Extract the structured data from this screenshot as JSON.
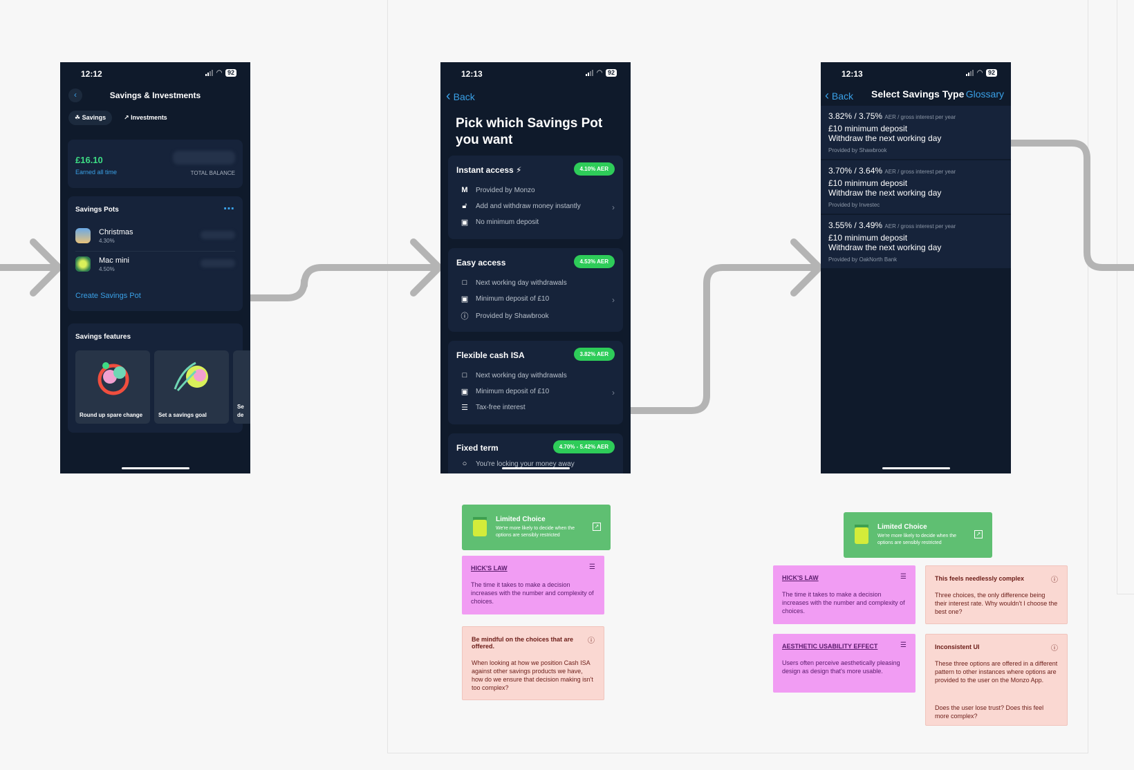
{
  "phone1": {
    "time": "12:12",
    "battery": "92",
    "title": "Savings & Investments",
    "tabs": [
      "Savings",
      "Investments"
    ],
    "earned_amount": "£16.10",
    "earned_label": "Earned all time",
    "total_balance_label": "TOTAL BALANCE",
    "pots_heading": "Savings Pots",
    "pots": [
      {
        "name": "Christmas",
        "rate": "4.30%"
      },
      {
        "name": "Mac mini",
        "rate": "4.50%"
      }
    ],
    "create_link": "Create Savings Pot",
    "features_heading": "Savings features",
    "features": [
      "Round up spare change",
      "Set a savings goal",
      "Se de"
    ]
  },
  "phone2": {
    "time": "12:13",
    "battery": "92",
    "back": "Back",
    "heading": "Pick which Savings Pot you want",
    "options": [
      {
        "title": "Instant access ⚡",
        "badge": "4.10% AER",
        "rows": [
          {
            "icon": "monzo-icon",
            "text": "Provided by Monzo"
          },
          {
            "icon": "unlock-icon",
            "text": "Add and withdraw money instantly"
          },
          {
            "icon": "cash-icon",
            "text": "No minimum deposit"
          }
        ]
      },
      {
        "title": "Easy access",
        "badge": "4.53% AER",
        "rows": [
          {
            "icon": "calendar-icon",
            "text": "Next working day withdrawals"
          },
          {
            "icon": "cash-icon",
            "text": "Minimum deposit of £10"
          },
          {
            "icon": "info-icon",
            "text": "Provided by Shawbrook"
          }
        ]
      },
      {
        "title": "Flexible cash ISA",
        "badge": "3.82% AER",
        "rows": [
          {
            "icon": "calendar-icon",
            "text": "Next working day withdrawals"
          },
          {
            "icon": "cash-icon",
            "text": "Minimum deposit of £10"
          },
          {
            "icon": "receipt-icon",
            "text": "Tax-free interest"
          }
        ]
      },
      {
        "title": "Fixed term",
        "badge": "4.70% - 5.42% AER",
        "rows": [
          {
            "icon": "lock-icon",
            "text": "You're locking your money away"
          }
        ]
      }
    ]
  },
  "phone3": {
    "time": "12:13",
    "battery": "92",
    "back": "Back",
    "title": "Select Savings Type",
    "glossary": "Glossary",
    "rates": [
      {
        "rate": "3.82% / 3.75%",
        "aer": "AER / gross interest per year",
        "min": "£10 minimum deposit",
        "withdraw": "Withdraw the next working day",
        "provider": "Provided by Shawbrook"
      },
      {
        "rate": "3.70% / 3.64%",
        "aer": "AER / gross interest per year",
        "min": "£10 minimum deposit",
        "withdraw": "Withdraw the next working day",
        "provider": "Provided by Investec"
      },
      {
        "rate": "3.55% / 3.49%",
        "aer": "AER / gross interest per year",
        "min": "£10 minimum deposit",
        "withdraw": "Withdraw the next working day",
        "provider": "Provided by OakNorth Bank"
      }
    ]
  },
  "notes": {
    "limited_choice_title": "Limited Choice",
    "limited_choice_desc": "We're more likely to decide when the options are sensibly restricted",
    "hicks_title": "HICK'S LAW",
    "hicks_desc": "The time it takes to make a decision increases with the number and complexity of choices.",
    "mindful_title": "Be mindful on the choices that are offered.",
    "mindful_desc": "When looking at how we position Cash ISA against other savings products we have, how do we ensure that decision making isn't too complex?",
    "complex_title": "This feels needlessly complex",
    "complex_desc": "Three choices, the only difference being their interest rate. Why wouldn't I choose the best one?",
    "aesthetic_title": "AESTHETIC USABILITY EFFECT",
    "aesthetic_desc": "Users often perceive aesthetically pleasing design as design that's more usable.",
    "inconsistent_title": "Inconsistent UI",
    "inconsistent_desc": "These three options are offered in a different pattern to other instances where options are provided to the user on the Monzo App.",
    "inconsistent_desc2": "Does the user lose trust? Does this feel more complex?"
  },
  "colors": {
    "bg": "#0f1a2b",
    "card": "#16233a",
    "accent": "#3aa0e6",
    "green": "#2ecc59",
    "pink": "#f19cf3",
    "salmon": "#fad8d2"
  }
}
